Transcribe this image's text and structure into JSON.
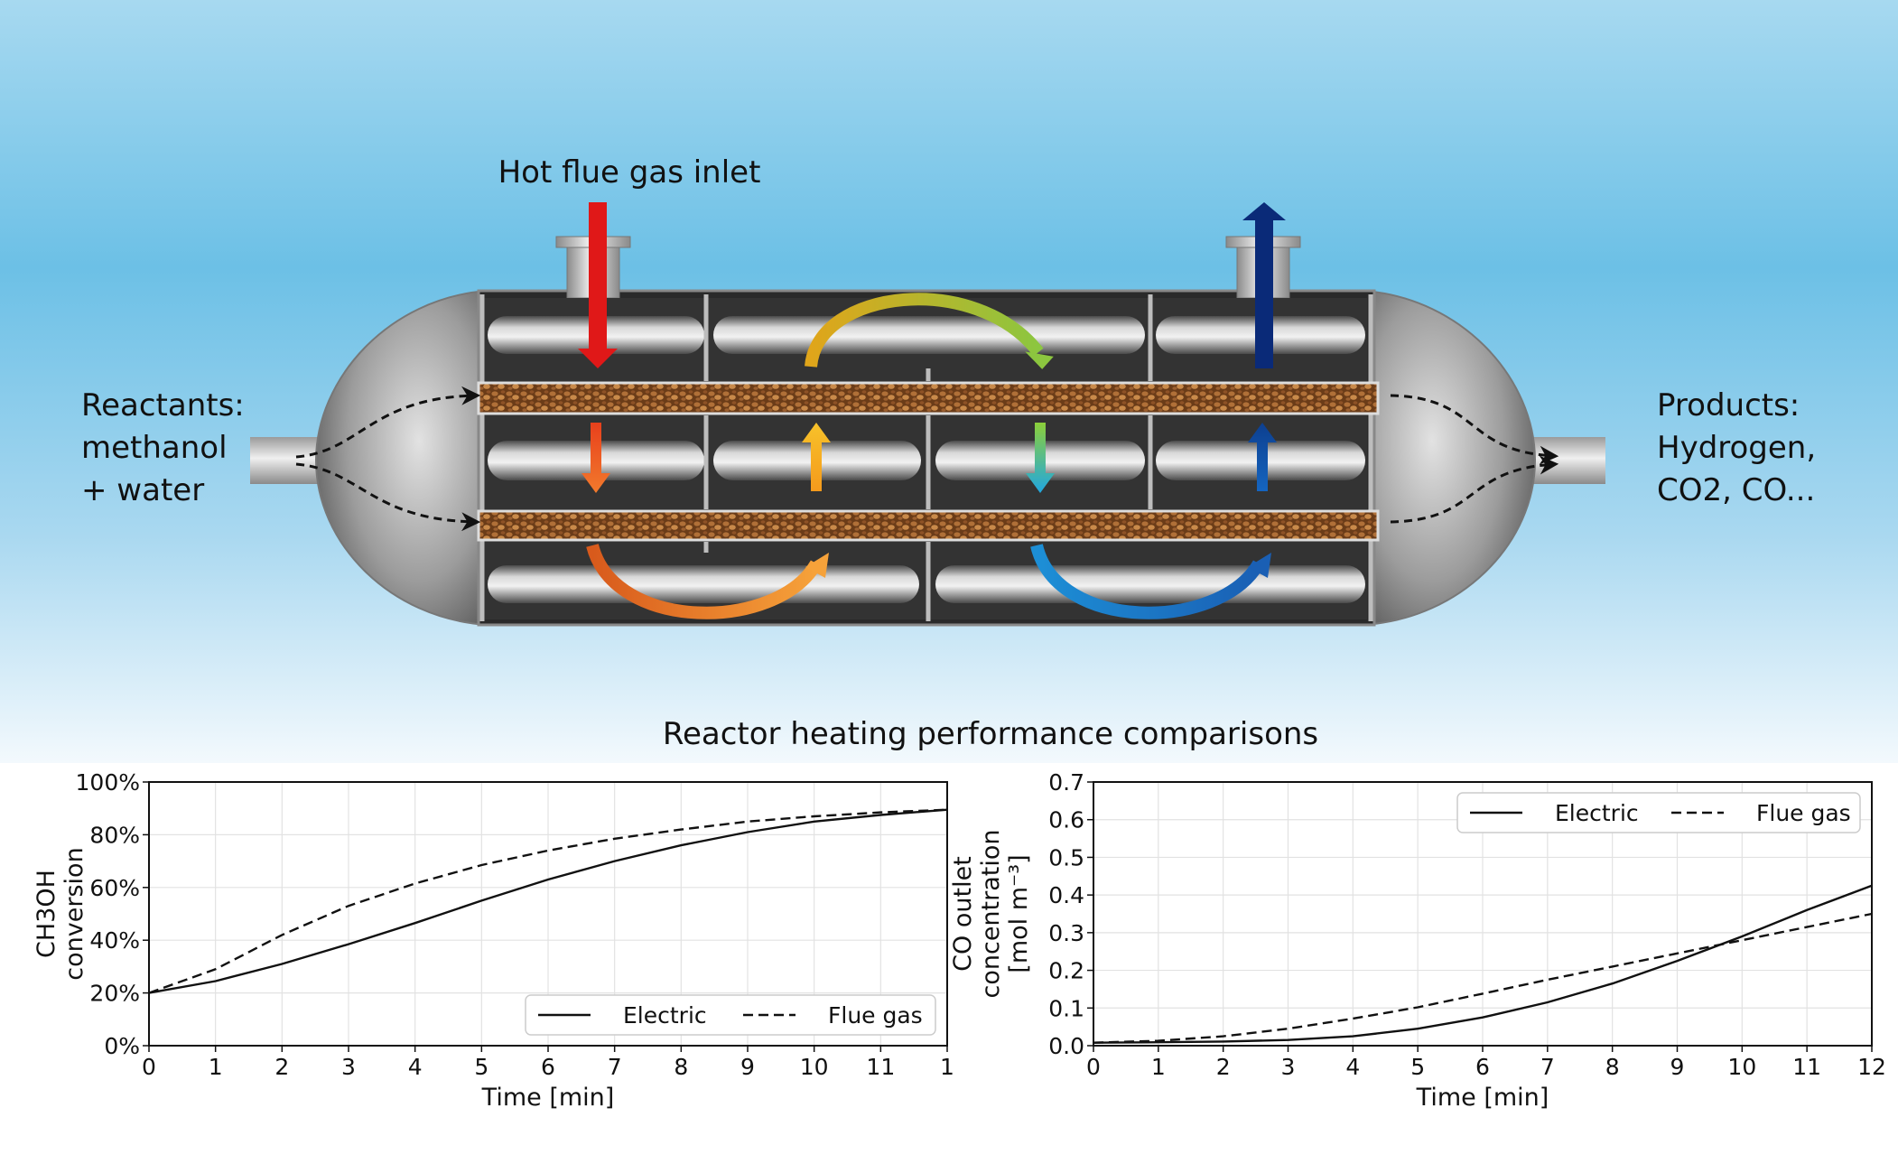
{
  "diagram": {
    "labels": {
      "inlet": "Hot flue gas inlet",
      "reactants": [
        "Reactants:",
        "methanol",
        "+ water"
      ],
      "products": [
        "Products:",
        "Hydrogen,",
        "CO2, CO..."
      ],
      "section_title": "Reactor heating performance comparisons"
    },
    "colors": {
      "sky_top": "#a7d9f0",
      "sky_mid": "#6cc0e6",
      "sky_bottom": "#f3f9fd",
      "inlet_arrow": "#e01818",
      "outlet_arrow": "#0a2a78",
      "catalyst_bed": "#8a5428",
      "shell": "#8e8e8e"
    }
  },
  "chart_data": [
    {
      "type": "line",
      "title": "",
      "xlabel": "Time [min]",
      "ylabel": [
        "CH3OH",
        "conversion"
      ],
      "xlim": [
        0,
        12
      ],
      "ylim": [
        0,
        1.0
      ],
      "x_ticks": [
        "0",
        "1",
        "2",
        "3",
        "4",
        "5",
        "6",
        "7",
        "8",
        "9",
        "10",
        "11",
        "1"
      ],
      "y_ticks": [
        "0%",
        "20%",
        "40%",
        "60%",
        "80%",
        "100%"
      ],
      "grid": true,
      "legend_position": "lower-right",
      "series": [
        {
          "name": "Electric",
          "style": "solid",
          "x": [
            0,
            1,
            2,
            3,
            4,
            5,
            6,
            7,
            8,
            9,
            10,
            11,
            12
          ],
          "y": [
            0.2,
            0.245,
            0.31,
            0.385,
            0.465,
            0.55,
            0.63,
            0.7,
            0.76,
            0.81,
            0.85,
            0.875,
            0.895
          ]
        },
        {
          "name": "Flue gas",
          "style": "dashed",
          "x": [
            0,
            1,
            2,
            3,
            4,
            5,
            6,
            7,
            8,
            9,
            10,
            11,
            12
          ],
          "y": [
            0.2,
            0.29,
            0.42,
            0.53,
            0.615,
            0.685,
            0.74,
            0.785,
            0.82,
            0.85,
            0.87,
            0.885,
            0.895
          ]
        }
      ]
    },
    {
      "type": "line",
      "title": "",
      "xlabel": "Time [min]",
      "ylabel": [
        "CO outlet",
        "concentration",
        "[mol m⁻³]"
      ],
      "xlim": [
        0,
        12
      ],
      "ylim": [
        0,
        0.7
      ],
      "x_ticks": [
        "0",
        "1",
        "2",
        "3",
        "4",
        "5",
        "6",
        "7",
        "8",
        "9",
        "10",
        "11",
        "12"
      ],
      "y_ticks": [
        "0.0",
        "0.1",
        "0.2",
        "0.3",
        "0.4",
        "0.5",
        "0.6",
        "0.7"
      ],
      "grid": true,
      "legend_position": "top-right",
      "series": [
        {
          "name": "Electric",
          "style": "solid",
          "x": [
            0,
            1,
            2,
            3,
            4,
            5,
            6,
            7,
            8,
            9,
            10,
            11,
            12
          ],
          "y": [
            0.008,
            0.009,
            0.011,
            0.015,
            0.025,
            0.045,
            0.075,
            0.115,
            0.165,
            0.225,
            0.29,
            0.36,
            0.425
          ]
        },
        {
          "name": "Flue gas",
          "style": "dashed",
          "x": [
            0,
            1,
            2,
            3,
            4,
            5,
            6,
            7,
            8,
            9,
            10,
            11,
            12
          ],
          "y": [
            0.008,
            0.013,
            0.025,
            0.045,
            0.072,
            0.102,
            0.138,
            0.175,
            0.21,
            0.245,
            0.28,
            0.315,
            0.35
          ]
        }
      ]
    }
  ]
}
